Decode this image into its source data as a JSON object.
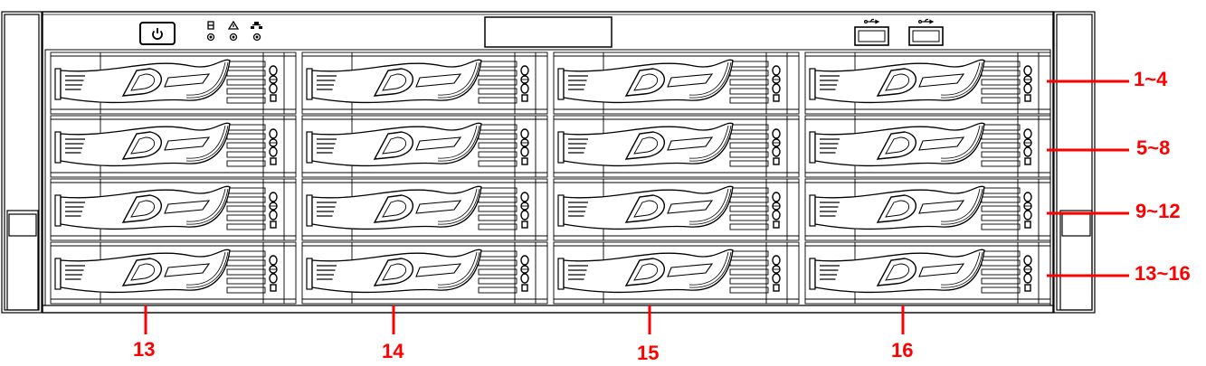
{
  "figure": {
    "title": "Device front panel - 16 HDD bays",
    "accent_color": "#ff0000",
    "line_color": "#000000",
    "front_panel": {
      "power_button": {
        "icon": "power-icon"
      },
      "indicators": [
        {
          "name": "hdd",
          "icon": "hdd-icon"
        },
        {
          "name": "alarm",
          "icon": "warning-triangle-icon"
        },
        {
          "name": "network",
          "icon": "network-icon"
        }
      ],
      "display_window": {
        "icon": "display-window"
      },
      "usb_ports": [
        {
          "name": "usb-1",
          "icon": "usb-icon"
        },
        {
          "name": "usb-2",
          "icon": "usb-icon"
        }
      ]
    },
    "drive_rows": 4,
    "drive_columns": 4,
    "row_callouts": [
      "1~4",
      "5~8",
      "9~12",
      "13~16"
    ],
    "column_callouts": [
      "13",
      "14",
      "15",
      "16"
    ]
  }
}
